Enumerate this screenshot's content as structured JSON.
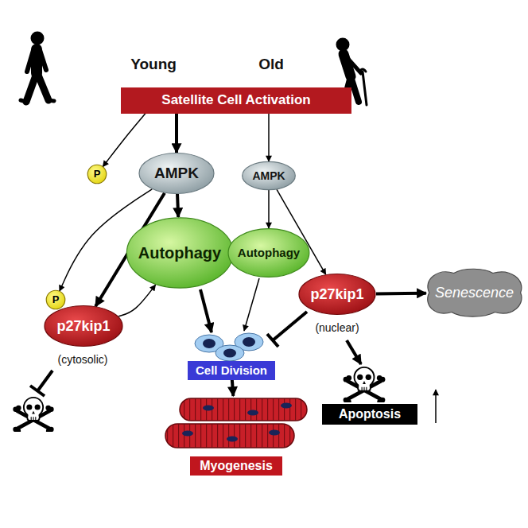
{
  "diagram": {
    "nodes": [
      {
        "text": [
          "Satellite Cell Activation"
        ]
      },
      {
        "text": [
          "P"
        ]
      },
      {
        "text": [
          "AMPK"
        ]
      },
      {
        "text": [
          "Autophagy"
        ]
      },
      {
        "text": [
          "P"
        ]
      },
      {
        "text": [
          "p27kip1"
        ]
      },
      {
        "text": [
          "AMPK"
        ]
      },
      {
        "text": [
          "Autophagy"
        ]
      },
      {
        "text": [
          "p27kip1"
        ]
      },
      {
        "text": [
          "Senescence"
        ]
      },
      {
        "text": [
          "Cell Division"
        ]
      },
      {
        "text": [
          "Myogenesis"
        ]
      },
      {
        "text": [
          "Apoptosis"
        ]
      }
    ],
    "edges": [
      {
        "from": 0,
        "to": 2,
        "arrow": "to"
      },
      {
        "from": 0,
        "to": 1,
        "arrow": "to"
      },
      {
        "from": 2,
        "to": 3,
        "arrow": "to"
      },
      {
        "from": 2,
        "to": 5,
        "arrow": "to"
      },
      {
        "from": 2,
        "to": 4,
        "arrow": "to"
      },
      {
        "from": 5,
        "to": 3,
        "arrow": "to"
      },
      {
        "from": 0,
        "to": 6,
        "arrow": "to"
      },
      {
        "from": 6,
        "to": 7,
        "arrow": "to"
      },
      {
        "from": 6,
        "to": 8,
        "arrow": "to"
      },
      {
        "from": 8,
        "to": 9,
        "arrow": "to"
      },
      {
        "from": 10,
        "to": 11,
        "arrow": "to"
      }
    ],
    "labels": [
      "Young",
      "Old",
      "(cytosolic)",
      "(nuclear)"
    ]
  }
}
